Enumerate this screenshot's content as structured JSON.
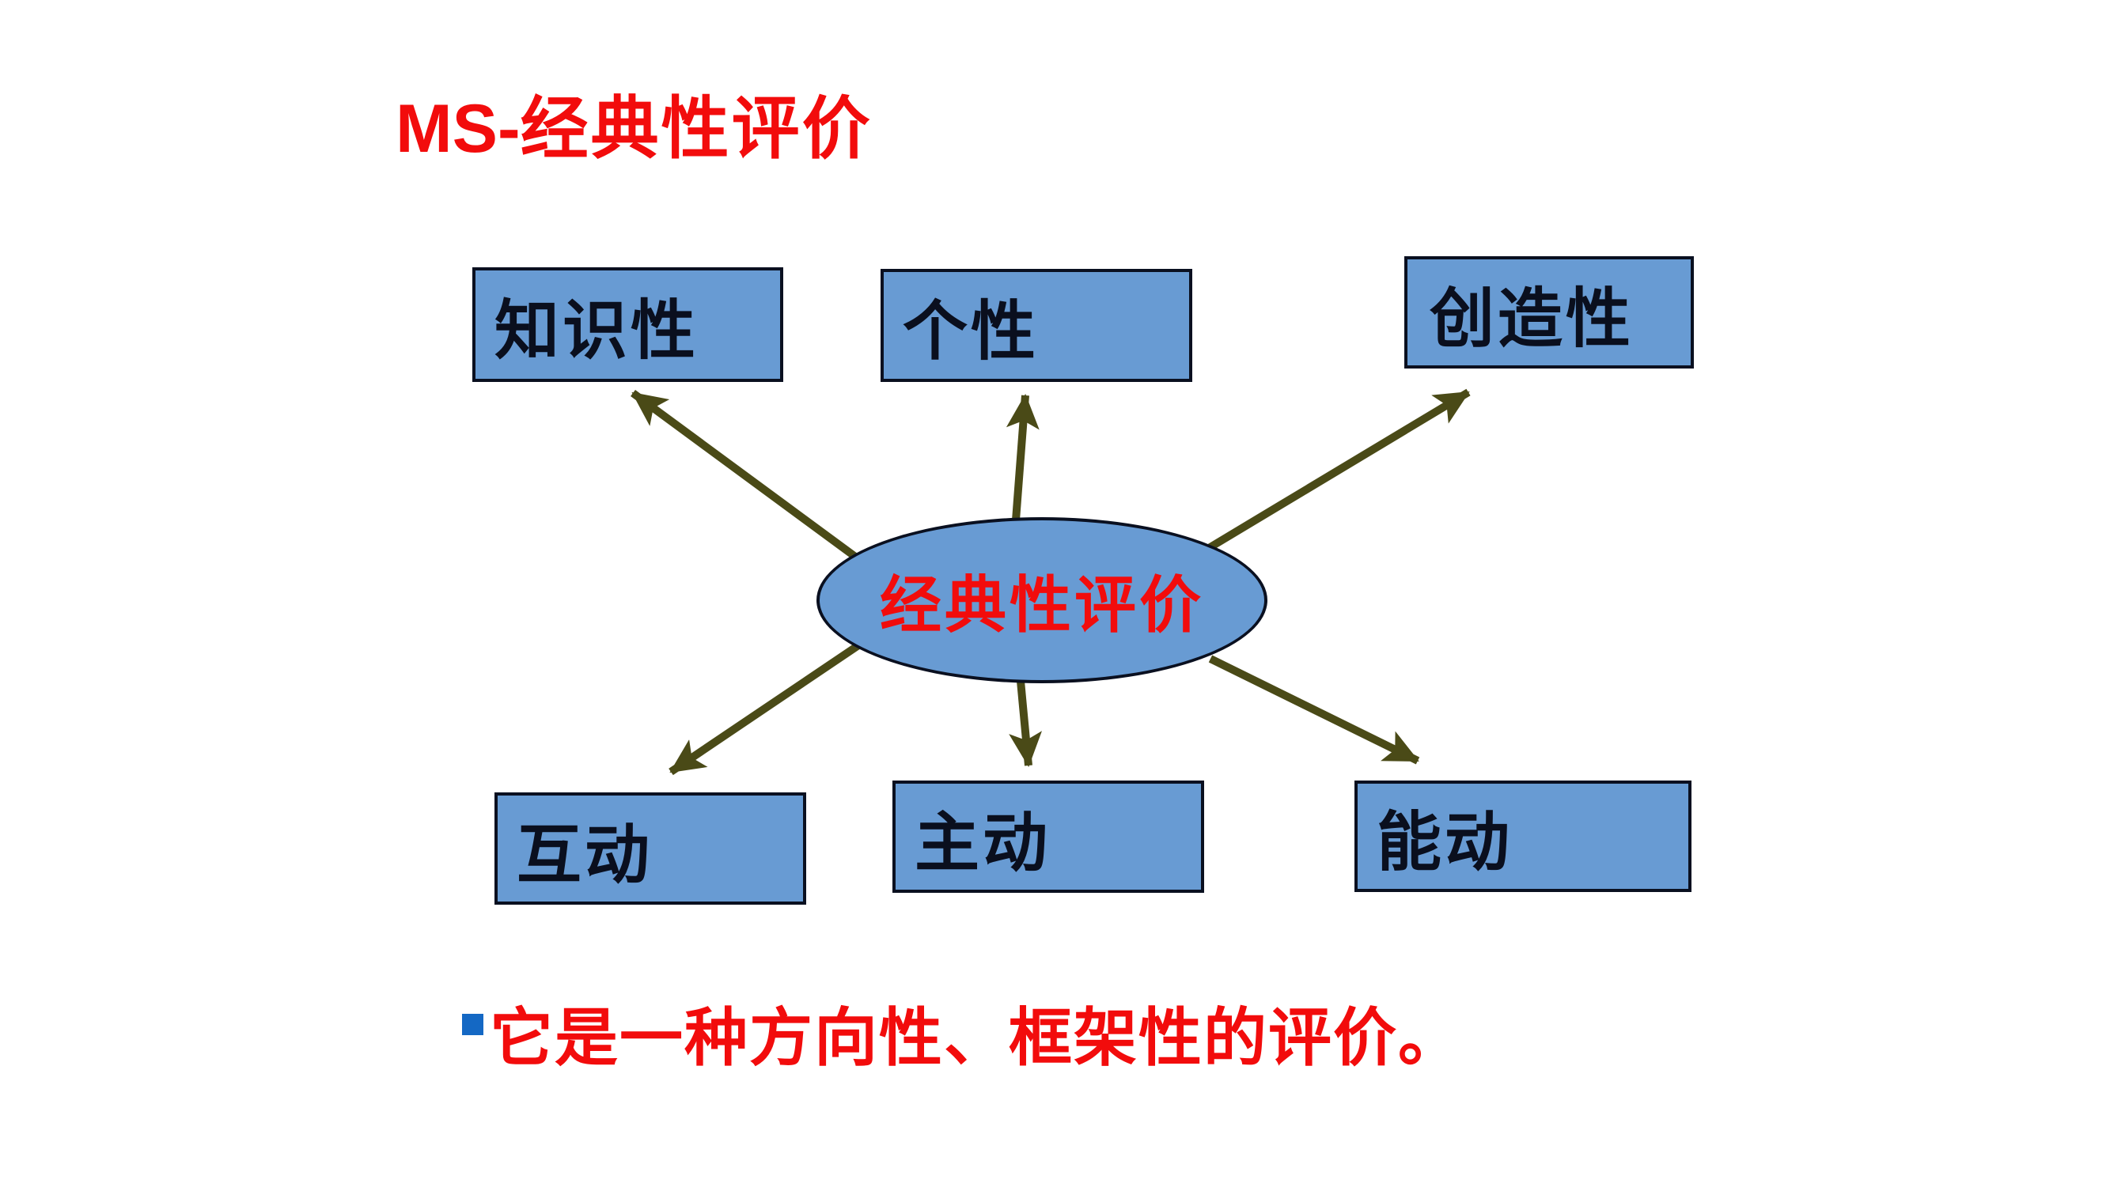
{
  "title": {
    "prefix": "MS-",
    "zh": "经典性评价"
  },
  "diagram": {
    "center": {
      "label": "经典性评价"
    },
    "nodes": [
      {
        "id": "zhishixing",
        "label": "知识性",
        "position": "top-left"
      },
      {
        "id": "gexing",
        "label": "个性",
        "position": "top-center"
      },
      {
        "id": "chuangzaoxing",
        "label": "创造性",
        "position": "top-right"
      },
      {
        "id": "hudong",
        "label": "互动",
        "position": "bottom-left"
      },
      {
        "id": "zhudong",
        "label": "主动",
        "position": "bottom-center"
      },
      {
        "id": "nengdong",
        "label": "能动",
        "position": "bottom-right"
      }
    ],
    "edges": [
      {
        "from": "经典性评价",
        "to": "知识性"
      },
      {
        "from": "经典性评价",
        "to": "个性"
      },
      {
        "from": "经典性评价",
        "to": "创造性"
      },
      {
        "from": "经典性评价",
        "to": "互动"
      },
      {
        "from": "经典性评价",
        "to": "主动"
      },
      {
        "from": "经典性评价",
        "to": "能动"
      }
    ]
  },
  "footer": {
    "text": "它是一种方向性、框架性的评价。"
  },
  "colors": {
    "accent_red": "#f20c0c",
    "box_fill": "#689bd3",
    "box_border": "#0a1020",
    "arrow_color": "#4a4a17",
    "bullet_blue": "#1468c4",
    "bg": "#ffffff",
    "node_text": "#0a0f1e"
  }
}
